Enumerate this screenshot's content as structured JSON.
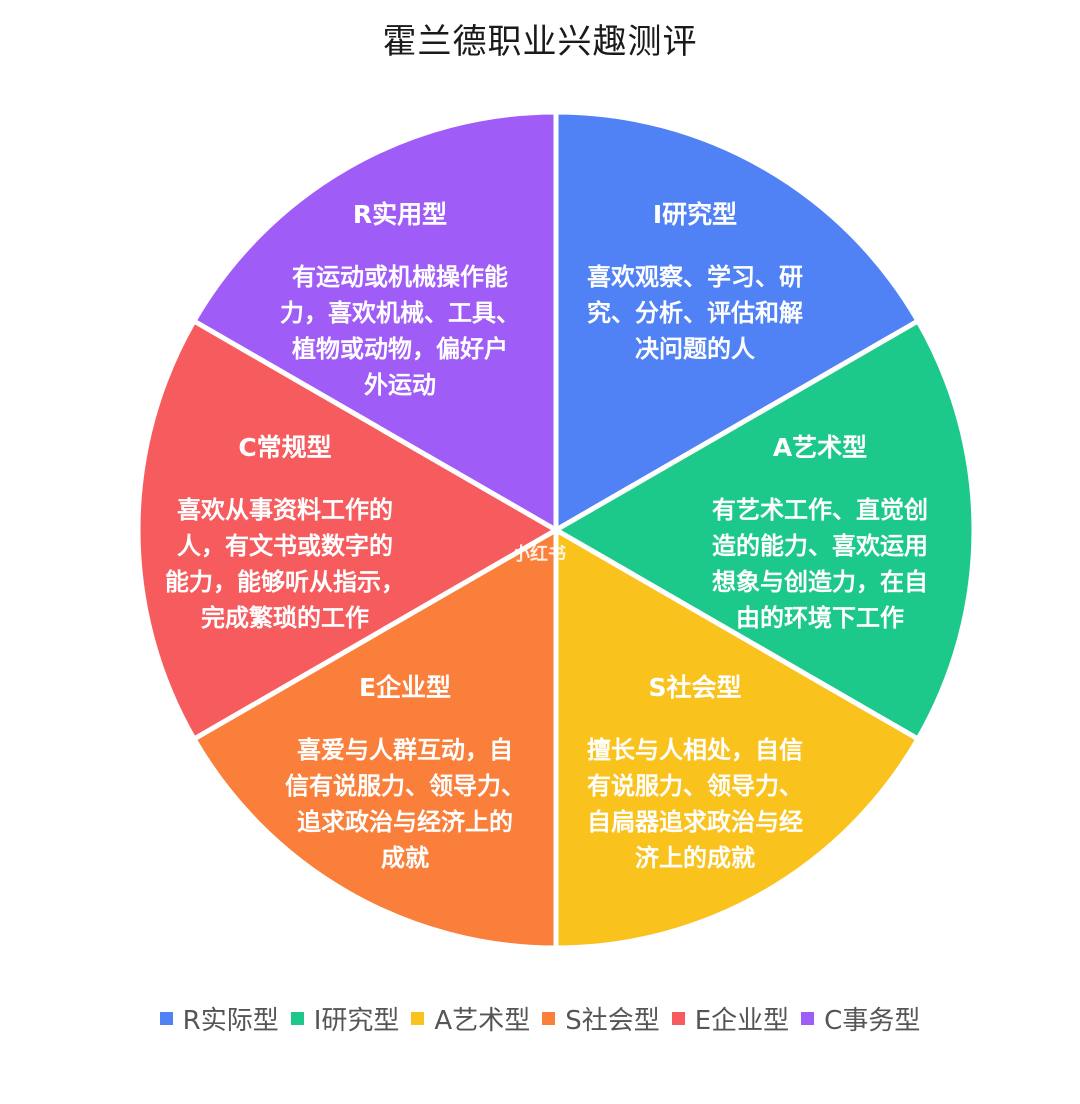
{
  "title": "霍兰德职业兴趣测评",
  "watermark": "小红书",
  "colors": {
    "blue": "#5082F5",
    "green": "#1DC98A",
    "yellow": "#FAC21C",
    "orange": "#F97F3B",
    "red": "#F65B5E",
    "purple": "#A05CF7"
  },
  "slices": [
    {
      "name": "I研究型",
      "desc": "喜欢观察、学习、研究、分析、评估和解决问题的人",
      "lines": [
        "喜欢观察、学习、研",
        "究、分析、评估和解",
        "决问题的人"
      ],
      "color": "#5082F5"
    },
    {
      "name": "A艺术型",
      "desc": "有艺术工作、直觉创造的能力、喜欢运用想象与创造力，在自由的环境下工作",
      "lines": [
        "有艺术工作、直觉创",
        "造的能力、喜欢运用",
        "想象与创造力，在自",
        "由的环境下工作"
      ],
      "color": "#1DC98A"
    },
    {
      "name": "S社会型",
      "desc": "擅长与人相处，自信有说服力、领导力、自扃器追求政治与经济上的成就",
      "lines": [
        "擅长与人相处，自信",
        "有说服力、领导力、",
        "自扃器追求政治与经",
        "济上的成就"
      ],
      "color": "#FAC21C"
    },
    {
      "name": "E企业型",
      "desc": "喜爱与人群互动，自信有说服力、领导力、追求政治与经济上的成就",
      "lines": [
        "喜爱与人群互动，自",
        "信有说服力、领导力、",
        "追求政治与经济上的",
        "成就"
      ],
      "color": "#F97F3B"
    },
    {
      "name": "C常规型",
      "desc": "喜欢从事资料工作的人，有文书或数字的能力，能够听从指示，完成繁琐的工作",
      "lines": [
        "喜欢从事资料工作的",
        "人，有文书或数字的",
        "能力，能够听从指示，",
        "完成繁琐的工作"
      ],
      "color": "#F65B5E"
    },
    {
      "name": "R实用型",
      "desc": "有运动或机械操作能力，喜欢机械、工具、植物或动物，偏好户外运动",
      "lines": [
        "有运动或机械操作能",
        "力，喜欢机械、工具、",
        "植物或动物，偏好户",
        "外运动"
      ],
      "color": "#A05CF7"
    }
  ],
  "legend": [
    {
      "label": "R实际型",
      "color": "#5082F5"
    },
    {
      "label": "I研究型",
      "color": "#1DC98A"
    },
    {
      "label": "A艺术型",
      "color": "#FAC21C"
    },
    {
      "label": "S社会型",
      "color": "#F97F3B"
    },
    {
      "label": "E企业型",
      "color": "#F65B5E"
    },
    {
      "label": "C事务型",
      "color": "#A05CF7"
    }
  ],
  "chart_data": {
    "type": "pie",
    "title": "霍兰德职业兴趣测评",
    "categories": [
      "I研究型",
      "A艺术型",
      "S社会型",
      "E企业型",
      "C常规型",
      "R实用型"
    ],
    "values": [
      1,
      1,
      1,
      1,
      1,
      1
    ],
    "percent": [
      16.67,
      16.67,
      16.67,
      16.67,
      16.67,
      16.67
    ],
    "legend": [
      "R实际型",
      "I研究型",
      "A艺术型",
      "S社会型",
      "E企业型",
      "C事务型"
    ],
    "legend_position": "bottom",
    "start_angle_deg": 0,
    "direction": "clockwise"
  }
}
